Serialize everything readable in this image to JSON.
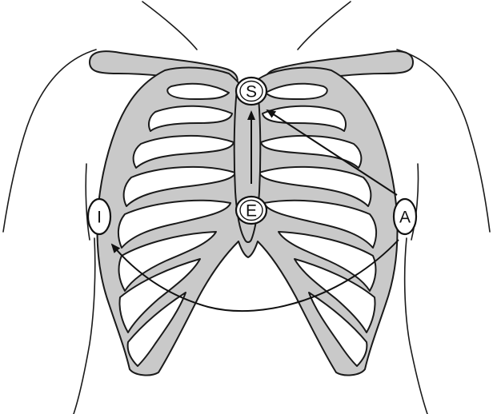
{
  "figure": {
    "electrodes": [
      {
        "key": "S",
        "label": "S"
      },
      {
        "key": "E",
        "label": "E"
      },
      {
        "key": "I",
        "label": "I"
      },
      {
        "key": "A",
        "label": "A"
      }
    ],
    "arrows": [
      {
        "from": "E",
        "to": "S"
      },
      {
        "from": "A",
        "to": "S"
      },
      {
        "from": "A",
        "to": "I"
      }
    ],
    "colors": {
      "bone": "#c9c9c9",
      "line": "#1a1a1a",
      "background": "#ffffff"
    }
  }
}
